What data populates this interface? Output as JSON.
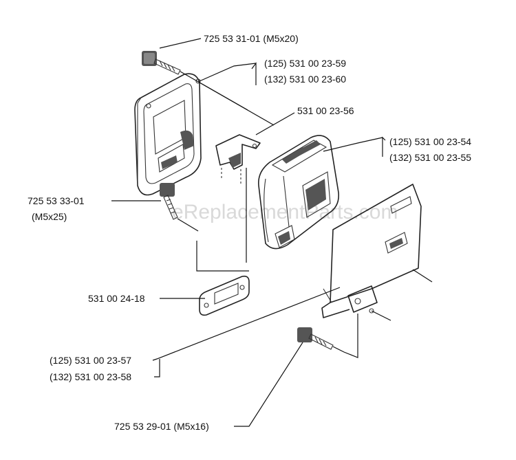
{
  "watermark": "eReplacementParts.com",
  "labels": {
    "bolt_top": "725 53 31-01 (M5x20)",
    "cover_125": "(125) 531 00 23-59",
    "cover_132": "(132) 531 00 23-60",
    "bracket": "531 00 23-56",
    "muffler_125": "(125) 531 00 23-54",
    "muffler_132": "(132) 531 00 23-55",
    "bolt_left_line1": "725 53 33-01",
    "bolt_left_line2": "(M5x25)",
    "gasket": "531 00 24-18",
    "plate_125": "(125) 531 00 23-57",
    "plate_132": "(132) 531 00 23-58",
    "bolt_bottom": "725 53 29-01 (M5x16)"
  }
}
